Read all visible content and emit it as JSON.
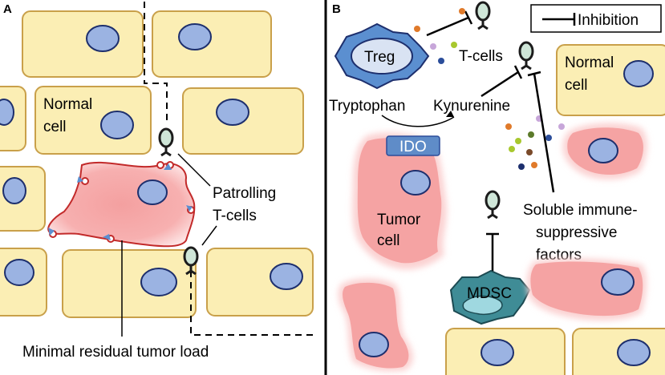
{
  "panel_a": {
    "letter": "A",
    "normal_cell_label_line1": "Normal",
    "normal_cell_label_line2": "cell",
    "patrolling_label_line1": "Patrolling",
    "patrolling_label_line2": "T-cells",
    "residual_label": "Minimal residual tumor load"
  },
  "panel_b": {
    "letter": "B",
    "legend_label": "Inhibition",
    "treg_label": "Treg",
    "tcells_label": "T-cells",
    "normal_cell_label_line1": "Normal",
    "normal_cell_label_line2": "cell",
    "tryptophan_label": "Tryptophan",
    "kynurenine_label": "Kynurenine",
    "ido_label": "IDO",
    "tumor_label_line1": "Tumor",
    "tumor_label_line2": "cell",
    "soluble_label_line1": "Soluble immune-",
    "soluble_label_line2": "suppressive",
    "soluble_label_line3": "factors",
    "mdsc_label": "MDSC"
  },
  "colors": {
    "normal_cell_fill": "#fbeeb4",
    "normal_cell_border": "#c9a04a",
    "tumor_fill": "#f6a3a3",
    "tumor_border": "#c22a2a",
    "nucleus_fill": "#9bb3e2",
    "treg_fill": "#5b8fd0",
    "mdsc_fill": "#3f8c96",
    "ido_fill": "#5f8cc8"
  }
}
